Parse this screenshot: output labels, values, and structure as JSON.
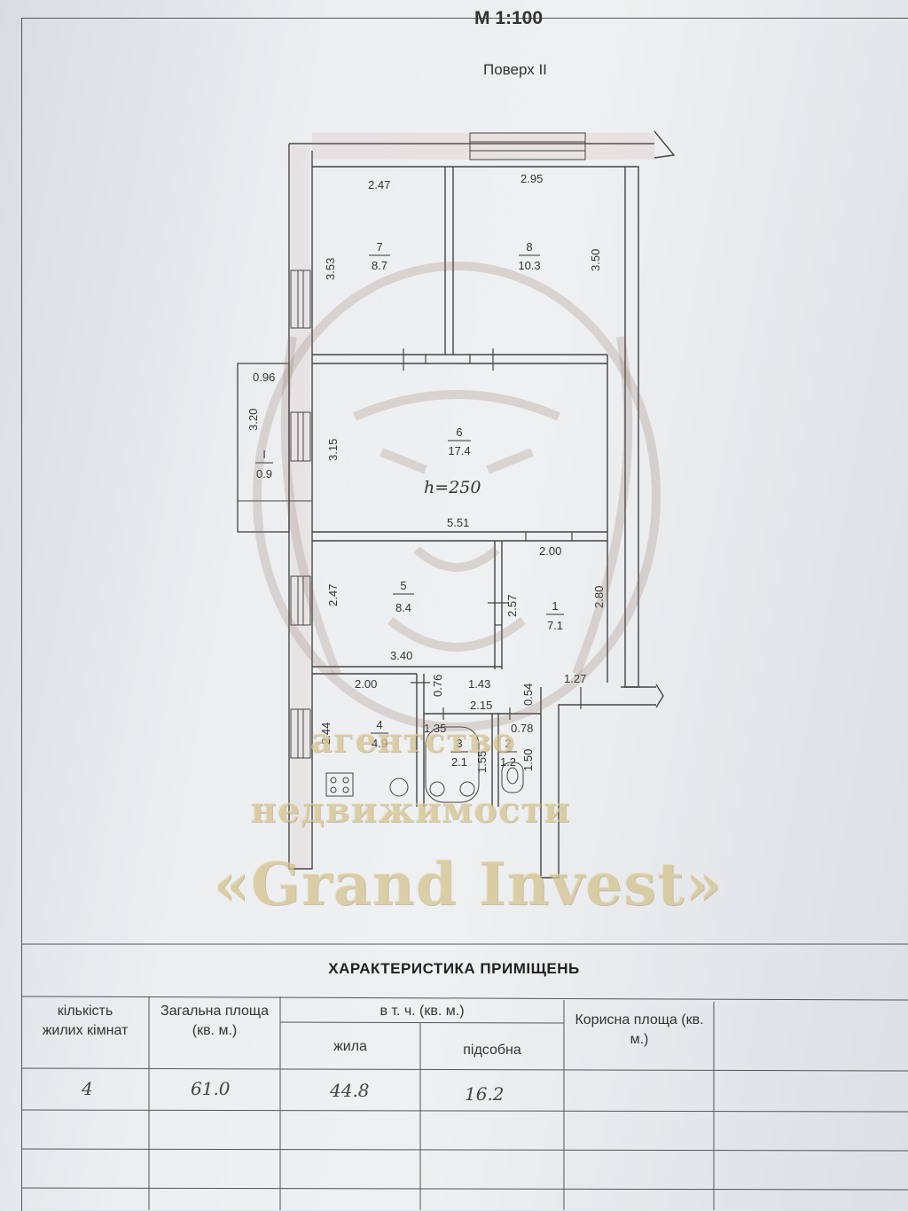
{
  "header": {
    "scale": "М 1:100",
    "floor": "Поверх II"
  },
  "plan": {
    "height_note": "h=250",
    "rooms": [
      {
        "id": "room-7",
        "num": "7",
        "area": "8.7"
      },
      {
        "id": "room-8",
        "num": "8",
        "area": "10.3"
      },
      {
        "id": "room-6",
        "num": "6",
        "area": "17.4"
      },
      {
        "id": "room-1-balcony",
        "num": "I",
        "area": "0.9"
      },
      {
        "id": "room-5",
        "num": "5",
        "area": "8.4"
      },
      {
        "id": "room-1",
        "num": "1",
        "area": "7.1"
      },
      {
        "id": "room-4",
        "num": "4",
        "area": "4.9"
      },
      {
        "id": "room-3",
        "num": "3",
        "area": "2.1"
      },
      {
        "id": "room-2",
        "num": "2",
        "area": "1.2"
      }
    ],
    "dims": [
      "2.47",
      "2.95",
      "3.53",
      "3.50",
      "0.96",
      "3.20",
      "3.15",
      "5.51",
      "2.00",
      "2.47",
      "2.57",
      "2.80",
      "3.40",
      "2.00",
      "0.76",
      "1.43",
      "1.27",
      "0.54",
      "2.15",
      "1.35",
      "0.78",
      "2.44",
      "1.55",
      "1.50"
    ]
  },
  "watermark": {
    "line1": "агентство",
    "line2": "недвижимости",
    "line3": "«Grand Invest»"
  },
  "table": {
    "title": "ХАРАКТЕРИСТИКА ПРИМІЩЕНЬ",
    "col_rooms": "кількість жилих кімнат",
    "col_total": "Загальна площа (кв. м.)",
    "col_incl": "в т. ч. (кв. м.)",
    "col_living": "жила",
    "col_aux": "підсобна",
    "col_useful": "Корисна площа (кв. м.)",
    "val_rooms": "4",
    "val_total": "61.0",
    "val_living": "44.8",
    "val_aux": "16.2"
  }
}
